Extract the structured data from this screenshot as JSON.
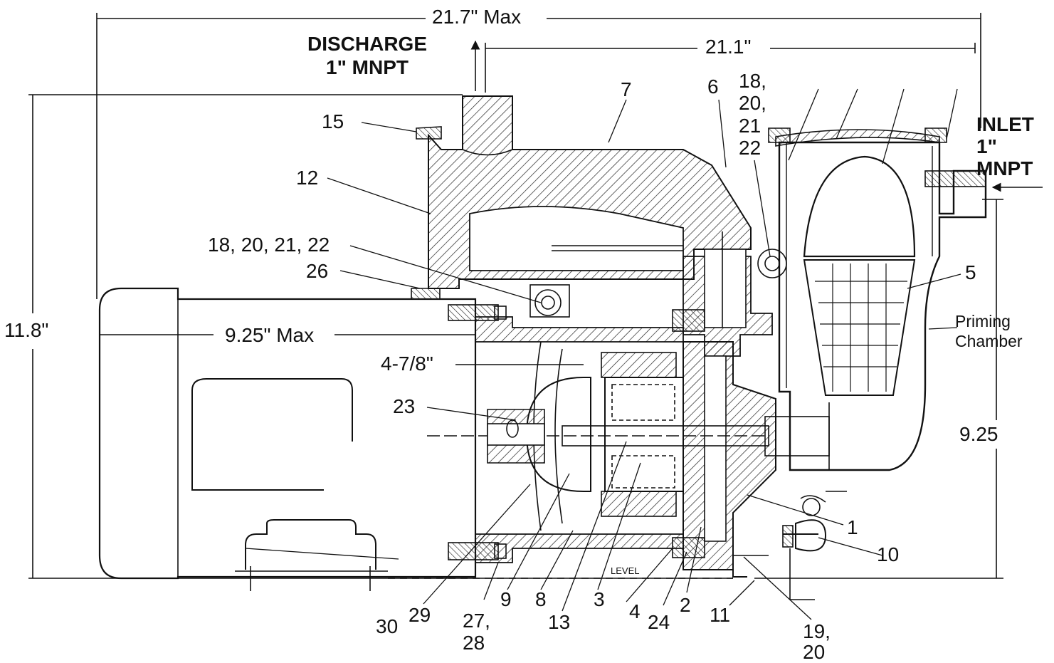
{
  "dimensions": {
    "overall_length": "21.7\" Max",
    "pump_length": "21.1\"",
    "overall_height": "11.8\"",
    "motor_height": "9.25\" Max",
    "shaft_height": "4-7/8\"",
    "inlet_height": "9.25"
  },
  "ports": {
    "discharge": "DISCHARGE\n1\" MNPT",
    "inlet": "INLET\n1\"\nMNPT"
  },
  "chamber_label": "Priming\nChamber",
  "level_label": "LEVEL",
  "parts": {
    "p15": "15",
    "p12": "12",
    "p7": "7",
    "p6": "6",
    "p18_top": "18,\n20,\n21\n22",
    "p18_left": "18, 20, 21, 22",
    "p26": "26",
    "p5": "5",
    "p23": "23",
    "p1": "1",
    "p10": "10",
    "p30": "30",
    "p29": "29",
    "p27": "27,\n28",
    "p9": "9",
    "p8": "8",
    "p13": "13",
    "p3": "3",
    "p4": "4",
    "p24": "24",
    "p2": "2",
    "p11": "11",
    "p19": "19,\n20"
  },
  "colors": {
    "ink": "#111111",
    "paper": "#ffffff"
  }
}
